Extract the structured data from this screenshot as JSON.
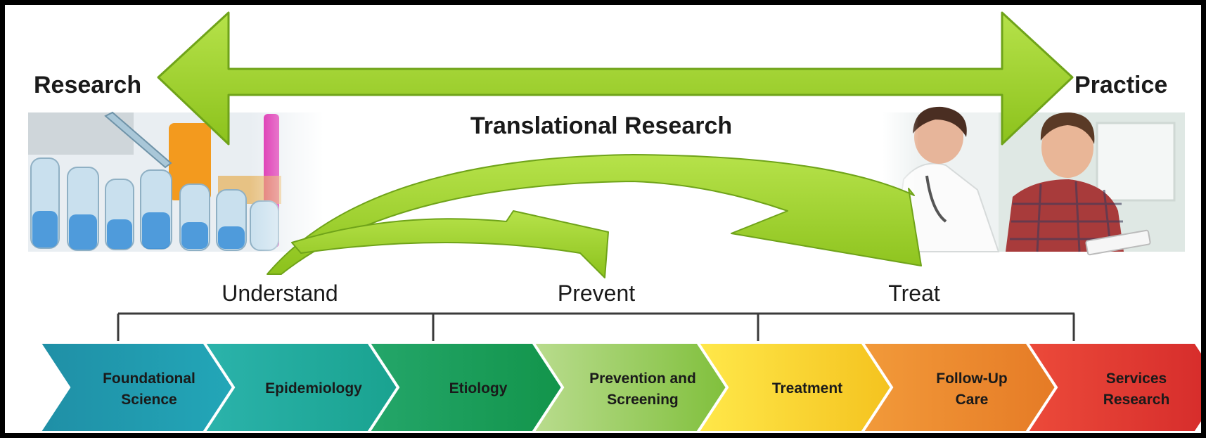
{
  "header": {
    "left_label": "Research",
    "right_label": "Practice",
    "center_label": "Translational Research"
  },
  "goals": {
    "understand": "Understand",
    "prevent": "Prevent",
    "treat": "Treat"
  },
  "stages": [
    {
      "line1": "Foundational",
      "line2": "Science",
      "color_start": "#1f8fa6",
      "color_end": "#23a7b8"
    },
    {
      "line1": "Epidemiology",
      "line2": "",
      "color_start": "#2bb3ab",
      "color_end": "#19a28f"
    },
    {
      "line1": "Etiology",
      "line2": "",
      "color_start": "#24a66a",
      "color_end": "#12944a"
    },
    {
      "line1": "Prevention and",
      "line2": "Screening",
      "color_start": "#b9dc8e",
      "color_end": "#7fbf3a"
    },
    {
      "line1": "Treatment",
      "line2": "",
      "color_start": "#ffe84a",
      "color_end": "#f4c21e"
    },
    {
      "line1": "Follow-Up",
      "line2": "Care",
      "color_start": "#f29a3a",
      "color_end": "#e57a25"
    },
    {
      "line1": "Services",
      "line2": "Research",
      "color_start": "#ec4a3a",
      "color_end": "#d42a2a"
    }
  ],
  "colors": {
    "arrow_green": "#9ed12a",
    "arrow_green_dark": "#6fa319",
    "bracket": "#3a3a3a"
  },
  "images": {
    "left": "lab-test-tubes-photo",
    "right": "doctor-patient-photo"
  }
}
